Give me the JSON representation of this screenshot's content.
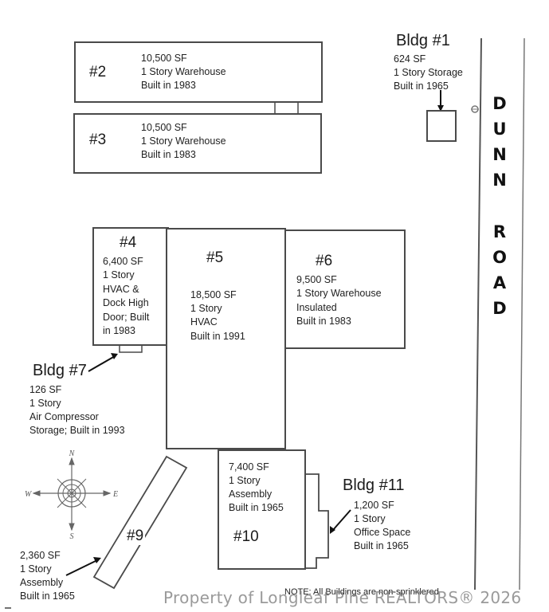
{
  "title": "Site plan - building layout",
  "road": {
    "name_letters": [
      "D",
      "U",
      "N",
      "N",
      "R",
      "O",
      "A",
      "D"
    ],
    "name": "DUNN ROAD"
  },
  "buildings": {
    "b1": {
      "label": "Bldg #1",
      "sf": "624 SF",
      "stories": "1 Story Storage",
      "built": "Built in 1965"
    },
    "b2": {
      "label": "#2",
      "sf": "10,500 SF",
      "stories": "1 Story Warehouse",
      "built": "Built in 1983"
    },
    "b3": {
      "label": "#3",
      "sf": "10,500 SF",
      "stories": "1 Story Warehouse",
      "built": "Built in 1983"
    },
    "b4": {
      "label": "#4",
      "sf": "6,400 SF",
      "stories": "1 Story",
      "line3": "HVAC &",
      "line4": "Dock High",
      "line5": "Door; Built",
      "line6": "in 1983"
    },
    "b5": {
      "label": "#5",
      "sf": "18,500 SF",
      "stories": "1 Story",
      "line3": "HVAC",
      "built": "Built in 1991"
    },
    "b6": {
      "label": "#6",
      "sf": "9,500 SF",
      "stories": "1 Story Warehouse",
      "line3": "Insulated",
      "built": "Built in 1983"
    },
    "b7": {
      "label": "Bldg #7",
      "sf": "126 SF",
      "stories": "1 Story",
      "line3": "Air Compressor",
      "built": "Storage; Built in 1993"
    },
    "b9": {
      "label": "#9",
      "sf": "2,360 SF",
      "stories": "1 Story",
      "line3": "Assembly",
      "built": "Built in 1965"
    },
    "b10": {
      "label": "#10",
      "sf": "7,400 SF",
      "stories": "1 Story",
      "line3": "Assembly",
      "built": "Built in 1965"
    },
    "b11": {
      "label": "Bldg #11",
      "sf": "1,200 SF",
      "stories": "1 Story",
      "line3": "Office Space",
      "built": "Built in 1965"
    }
  },
  "compass": {
    "n": "N",
    "s": "S",
    "e": "E",
    "w": "W"
  },
  "note": "NOTE: All Buildings are non-sprinklered",
  "watermark": "Property of Longleaf Pine REALTORS® 2026"
}
